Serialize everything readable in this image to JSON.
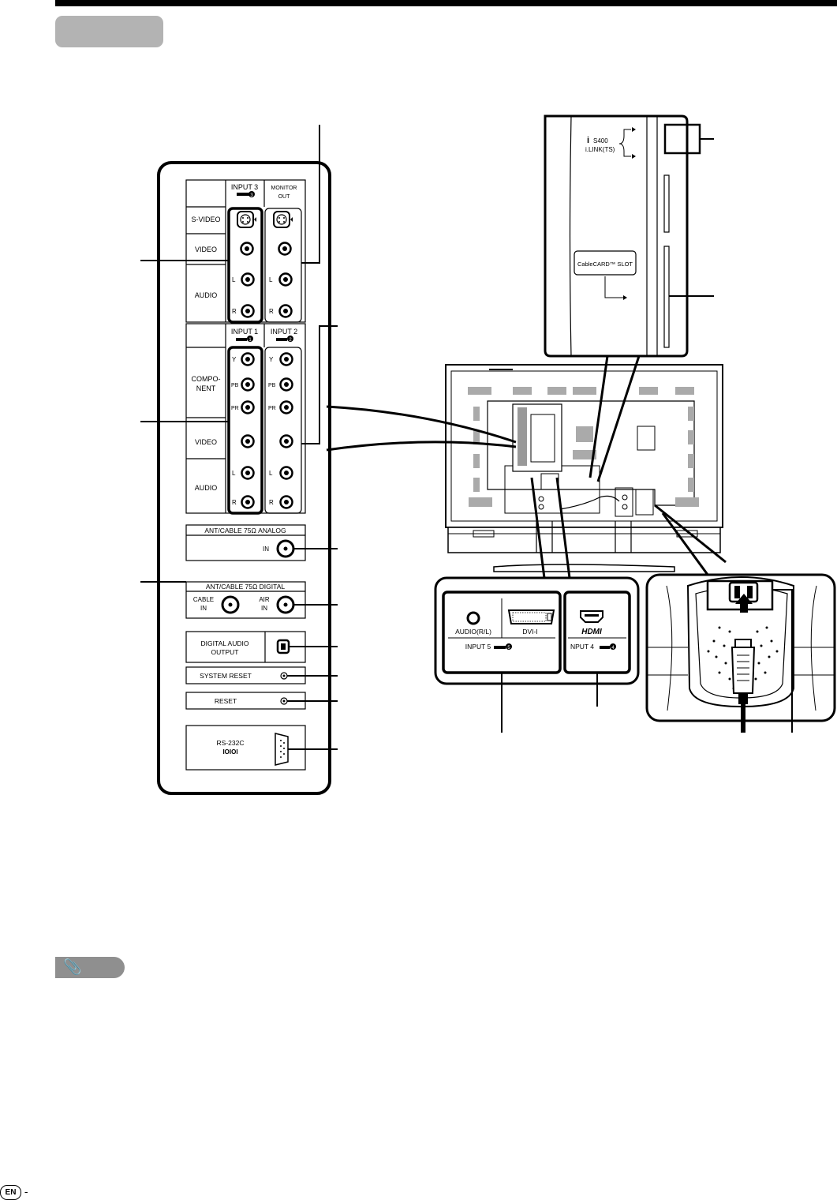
{
  "side_panel": {
    "input3": "INPUT 3",
    "input3_num": "3",
    "monitor_out_l1": "MONITOR",
    "monitor_out_l2": "OUT",
    "svideo": "S-VIDEO",
    "video": "VIDEO",
    "audio": "AUDIO",
    "L": "L",
    "R": "R",
    "input1": "INPUT 1",
    "input1_num": "1",
    "input2": "INPUT 2",
    "input2_num": "2",
    "component_l1": "COMPO-",
    "component_l2": "NENT",
    "Y": "Y",
    "PB": "PB",
    "PR": "PR",
    "ant_analog": "ANT/CABLE 75Ω  ANALOG",
    "in": "IN",
    "ant_digital": "ANT/CABLE 75Ω  DIGITAL",
    "cable_l1": "CABLE",
    "cable_l2": "IN",
    "air_l1": "AIR",
    "air_l2": "IN",
    "digital_audio_l1": "DIGITAL AUDIO",
    "digital_audio_l2": "OUTPUT",
    "system_reset": "SYSTEM RESET",
    "reset": "RESET",
    "rs232c": "RS-232C",
    "rs232c_sym": "IOIOI"
  },
  "top_panel": {
    "ilink_l1": "S400",
    "ilink_l2": "i.LINK(TS)",
    "cablecard": "CableCARD™  SLOT"
  },
  "bottom_panel": {
    "audio_rl": "AUDIO(R/L)",
    "dvi": "DVI-I",
    "input5": "INPUT 5",
    "input5_num": "5",
    "hdmi": "HDMI",
    "input4": "NPUT 4",
    "input4_num": "4"
  },
  "footer": {
    "page_lang": "EN",
    "page_dash": "-"
  }
}
